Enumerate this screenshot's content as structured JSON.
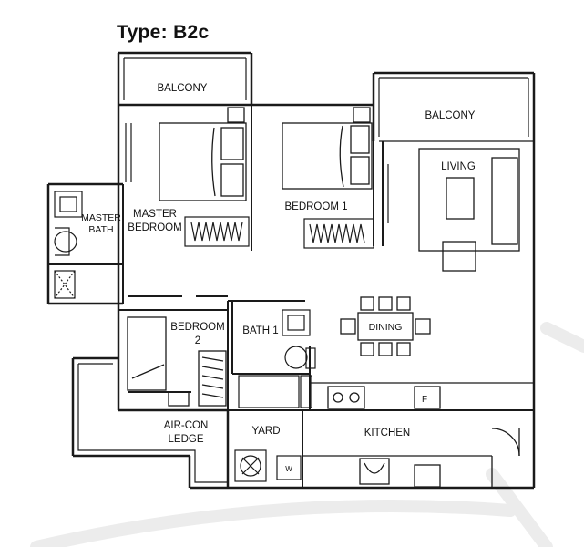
{
  "title": "Type: B2c",
  "rooms": {
    "balcony_left": "BALCONY",
    "balcony_right": "BALCONY",
    "living": "LIVING",
    "master_bath": "MASTER\nBATH",
    "master_bedroom": "MASTER\nBEDROOM",
    "bedroom_1": "BEDROOM  1",
    "bedroom_2": "BEDROOM\n2",
    "bath_1": "BATH  1",
    "dining": "DINING",
    "aircon_ledge": "AIR-CON\nLEDGE",
    "yard": "YARD",
    "kitchen": "KITCHEN"
  },
  "fixtures": {
    "fridge": "F",
    "washer": "W"
  },
  "colors": {
    "line": "#1a1a1a",
    "watermark": "#e9e9e9"
  }
}
